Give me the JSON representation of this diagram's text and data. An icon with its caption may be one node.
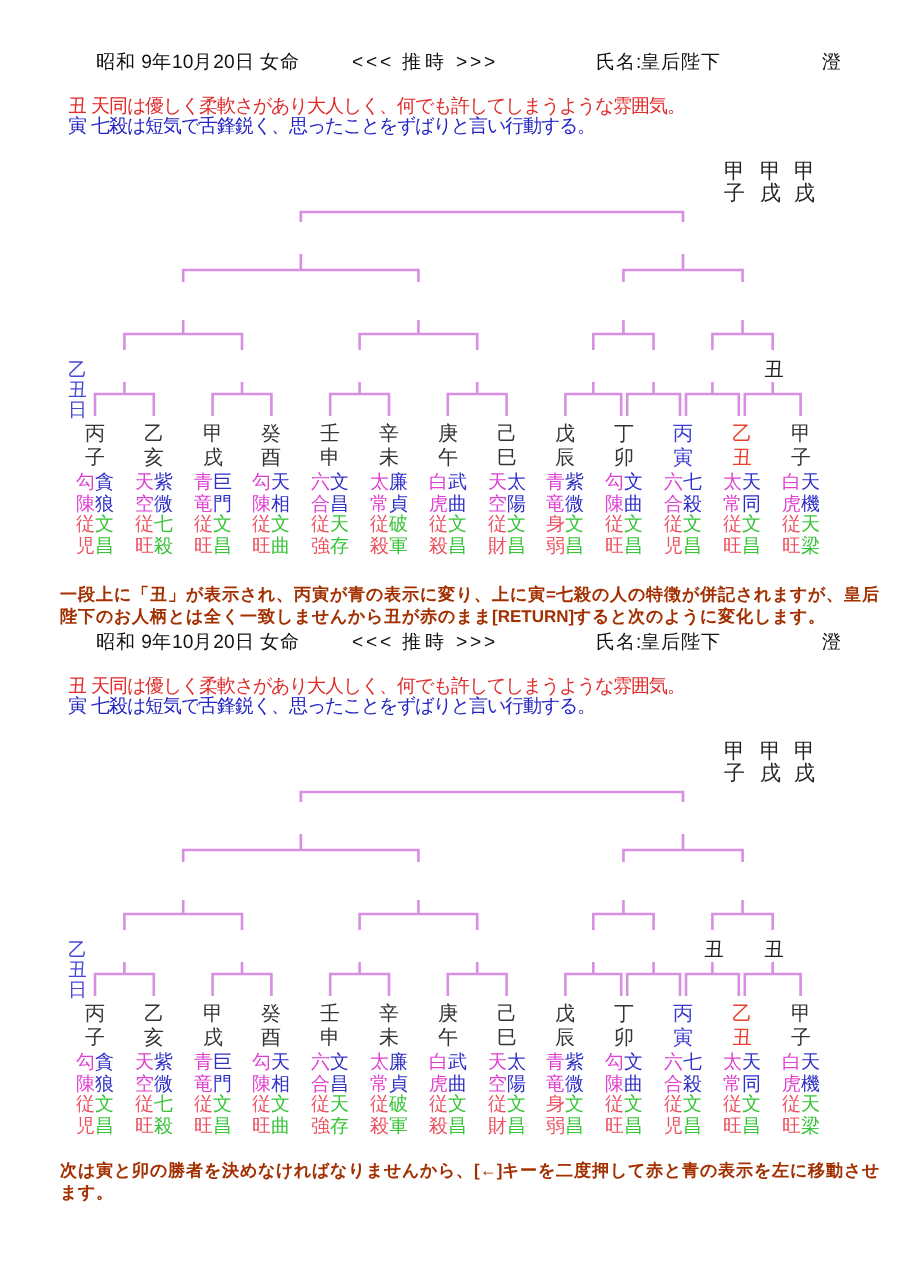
{
  "diagram": {
    "labels": [
      "昭和 9年10月20日 女命",
      "<<< 推時 >>>",
      "氏名:皇后陛下",
      "澄",
      "丑 天同は優しく柔軟さがあり大人しく、何でも許してしまうような雰囲気。",
      "寅 七殺は短気で舌鋒鋭く、思ったことをずばりと言い行動する。",
      "甲子",
      "甲戌",
      "甲戌",
      "乙丑日",
      "丑",
      "丙子",
      "勾陳",
      "貪狼",
      "従児",
      "文昌",
      "乙亥",
      "天空",
      "紫微",
      "従旺",
      "七殺",
      "甲戌",
      "青竜",
      "巨門",
      "従旺",
      "文昌",
      "癸酉",
      "勾陳",
      "天相",
      "従旺",
      "文曲",
      "壬申",
      "六合",
      "文昌",
      "従強",
      "天存",
      "辛未",
      "太常",
      "廉貞",
      "従殺",
      "破軍",
      "庚午",
      "白虎",
      "武曲",
      "従殺",
      "文昌",
      "己巳",
      "天空",
      "太陽",
      "従財",
      "文昌",
      "戊辰",
      "青竜",
      "紫微",
      "身弱",
      "文昌",
      "丁卯",
      "勾陳",
      "文曲",
      "従旺",
      "文昌",
      "丙寅",
      "六合",
      "七殺",
      "従児",
      "文昌",
      "乙丑",
      "太常",
      "天同",
      "従旺",
      "文昌",
      "甲子",
      "白虎",
      "天機",
      "従旺",
      "天梁",
      "一段上に「丑」が表示され、丙寅が青の表示に変り、上に寅=七殺の人の特徴が併記されますが、皇后陛下のお人柄とは全く一致しませんから丑が赤のまま[RETURN]すると次のように変化します。",
      "昭和 9年10月20日 女命",
      "<<< 推時 >>>",
      "氏名:皇后陛下",
      "澄",
      "丑 天同は優しく柔軟さがあり大人しく、何でも許してしまうような雰囲気。",
      "寅 七殺は短気で舌鋒鋭く、思ったことをずばりと言い行動する。",
      "甲子",
      "甲戌",
      "甲戌",
      "乙丑日",
      "丑",
      "丑",
      "丙子",
      "勾陳",
      "貪狼",
      "従児",
      "文昌",
      "乙亥",
      "天空",
      "紫微",
      "従旺",
      "七殺",
      "甲戌",
      "青竜",
      "巨門",
      "従旺",
      "文昌",
      "癸酉",
      "勾陳",
      "天相",
      "従旺",
      "文曲",
      "壬申",
      "六合",
      "文昌",
      "従強",
      "天存",
      "辛未",
      "太常",
      "廉貞",
      "従殺",
      "破軍",
      "庚午",
      "白虎",
      "武曲",
      "従殺",
      "文昌",
      "己巳",
      "天空",
      "太陽",
      "従財",
      "文昌",
      "戊辰",
      "青竜",
      "紫微",
      "身弱",
      "文昌",
      "丁卯",
      "勾陳",
      "文曲",
      "従旺",
      "文昌",
      "丙寅",
      "六合",
      "七殺",
      "従児",
      "文昌",
      "乙丑",
      "太常",
      "天同",
      "従旺",
      "文昌",
      "甲子",
      "白虎",
      "天機",
      "従旺",
      "天梁",
      "次は寅と卯の勝者を決めなければなりませんから、[←]キーを二度押して赤と青の表示を左に移動させます。"
    ]
  }
}
